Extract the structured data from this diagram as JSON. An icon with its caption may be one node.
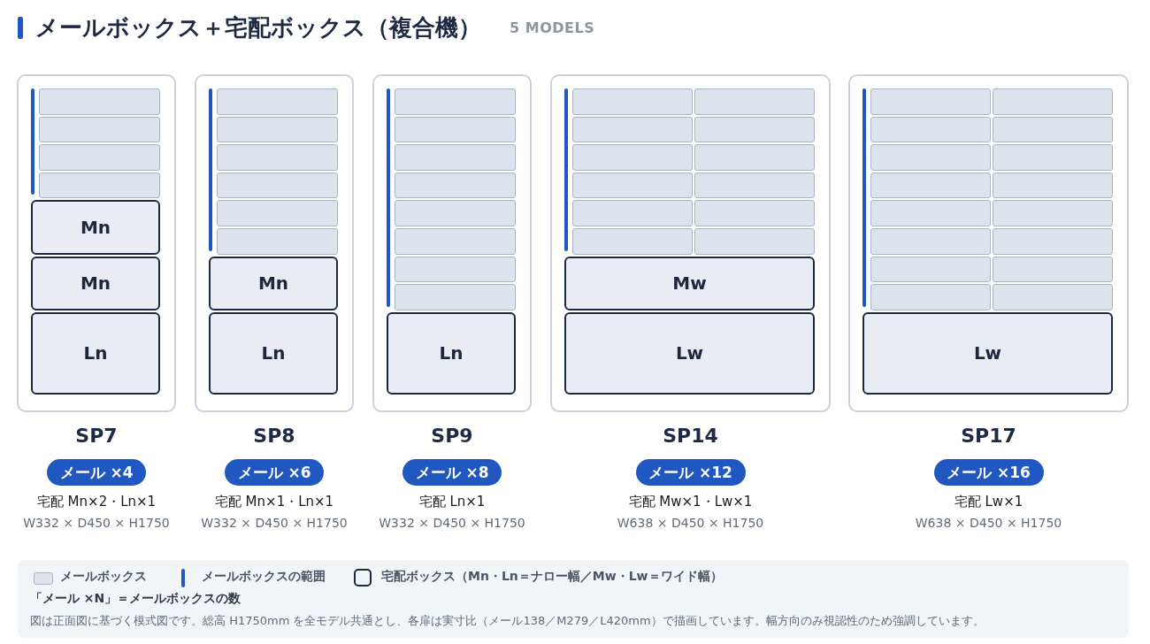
{
  "diagram": {
    "title": "メールボックス＋宅配ボックス（複合機）",
    "nodes": [
      {
        "text": [
          "SP7"
        ],
        "beside": [
          "メール ×4",
          "宅配 Mn×2・Ln×1",
          "W332 × D450 × H1750"
        ]
      },
      {
        "text": [],
        "shape": "box",
        "in": 0
      },
      {
        "text": [],
        "shape": "box",
        "in": 0
      },
      {
        "text": [],
        "shape": "box",
        "in": 0
      },
      {
        "text": [],
        "shape": "box",
        "in": 0
      },
      {
        "text": [
          "Mn"
        ],
        "in": 0
      },
      {
        "text": [
          "Mn"
        ],
        "in": 0
      },
      {
        "text": [
          "Ln"
        ],
        "in": 0
      },
      {
        "text": [
          "SP8"
        ],
        "beside": [
          "メール ×6",
          "宅配 Mn×1・Ln×1",
          "W332 × D450 × H1750"
        ]
      },
      {
        "text": [],
        "shape": "box",
        "in": 8
      },
      {
        "text": [],
        "shape": "box",
        "in": 8
      },
      {
        "text": [],
        "shape": "box",
        "in": 8
      },
      {
        "text": [],
        "shape": "box",
        "in": 8
      },
      {
        "text": [],
        "shape": "box",
        "in": 8
      },
      {
        "text": [],
        "shape": "box",
        "in": 8
      },
      {
        "text": [
          "Mn"
        ],
        "in": 8
      },
      {
        "text": [
          "Ln"
        ],
        "in": 8
      },
      {
        "text": [
          "SP9"
        ],
        "beside": [
          "メール ×8",
          "宅配 Ln×1",
          "W332 × D450 × H1750"
        ]
      },
      {
        "text": [],
        "shape": "box",
        "in": 17
      },
      {
        "text": [],
        "shape": "box",
        "in": 17
      },
      {
        "text": [],
        "shape": "box",
        "in": 17
      },
      {
        "text": [],
        "shape": "box",
        "in": 17
      },
      {
        "text": [],
        "shape": "box",
        "in": 17
      },
      {
        "text": [],
        "shape": "box",
        "in": 17
      },
      {
        "text": [],
        "shape": "box",
        "in": 17
      },
      {
        "text": [],
        "shape": "box",
        "in": 17
      },
      {
        "text": [
          "Ln"
        ],
        "in": 17
      },
      {
        "text": [
          "SP14"
        ],
        "beside": [
          "メール ×12",
          "宅配 Mw×1・Lw×1",
          "W638 × D450 × H1750"
        ]
      },
      {
        "text": [],
        "shape": "box",
        "in": 27
      },
      {
        "text": [],
        "shape": "box",
        "in": 27
      },
      {
        "text": [],
        "shape": "box",
        "in": 27
      },
      {
        "text": [],
        "shape": "box",
        "in": 27
      },
      {
        "text": [],
        "shape": "box",
        "in": 27
      },
      {
        "text": [],
        "shape": "box",
        "in": 27
      },
      {
        "text": [],
        "shape": "box",
        "in": 27
      },
      {
        "text": [],
        "shape": "box",
        "in": 27
      },
      {
        "text": [],
        "shape": "box",
        "in": 27
      },
      {
        "text": [],
        "shape": "box",
        "in": 27
      },
      {
        "text": [],
        "shape": "box",
        "in": 27
      },
      {
        "text": [],
        "shape": "box",
        "in": 27
      },
      {
        "text": [
          "Mw"
        ],
        "in": 27
      },
      {
        "text": [
          "Lw"
        ],
        "in": 27
      },
      {
        "text": [
          "SP17"
        ],
        "beside": [
          "メール ×16",
          "宅配 Lw×1",
          "W638 × D450 × H1750"
        ]
      },
      {
        "text": [],
        "shape": "box",
        "in": 42
      },
      {
        "text": [],
        "shape": "box",
        "in": 42
      },
      {
        "text": [],
        "shape": "box",
        "in": 42
      },
      {
        "text": [],
        "shape": "box",
        "in": 42
      },
      {
        "text": [],
        "shape": "box",
        "in": 42
      },
      {
        "text": [],
        "shape": "box",
        "in": 42
      },
      {
        "text": [],
        "shape": "box",
        "in": 42
      },
      {
        "text": [],
        "shape": "box",
        "in": 42
      },
      {
        "text": [],
        "shape": "box",
        "in": 42
      },
      {
        "text": [],
        "shape": "box",
        "in": 42
      },
      {
        "text": [],
        "shape": "box",
        "in": 42
      },
      {
        "text": [],
        "shape": "box",
        "in": 42
      },
      {
        "text": [],
        "shape": "box",
        "in": 42
      },
      {
        "text": [],
        "shape": "box",
        "in": 42
      },
      {
        "text": [],
        "shape": "box",
        "in": 42
      },
      {
        "text": [],
        "shape": "box",
        "in": 42
      },
      {
        "text": [
          "Lw"
        ],
        "in": 42
      }
    ],
    "labels": [
      "5 MODELS",
      "「メール ×N」＝メールボックスの数",
      "図は正面図に基づく模式図です。総高 H1750mm を全モデル共通とし、各扉は実寸比（メール138／M279／L420mm）で描画しています。幅方向のみ視認性のため強調しています。"
    ],
    "legend": [
      {
        "text": "メールボックス",
        "color": "#dde3ec"
      },
      {
        "text": "メールボックスの範囲"
      },
      {
        "text": "宅配ボックス（Mn・Ln＝ナロー幅／Mw・Lw＝ワイド幅）"
      }
    ]
  }
}
